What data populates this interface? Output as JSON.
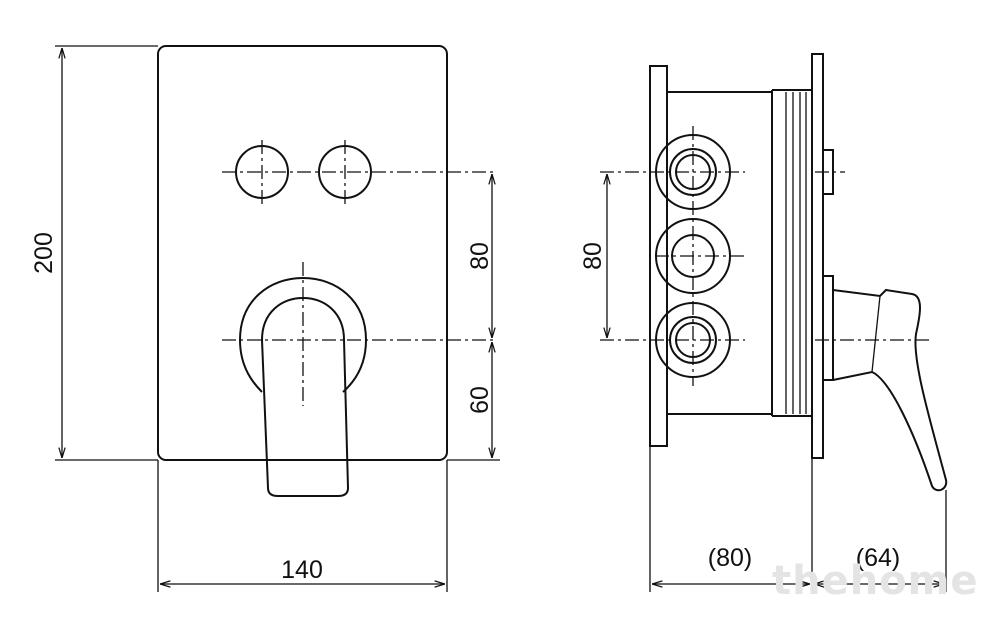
{
  "dimensions": {
    "height_front": "200",
    "width_front": "140",
    "spacing_front_upper": "80",
    "spacing_front_lower": "60",
    "spacing_side": "80",
    "depth_box": "(80)",
    "depth_handle": "(64)"
  },
  "watermark": "thehome"
}
